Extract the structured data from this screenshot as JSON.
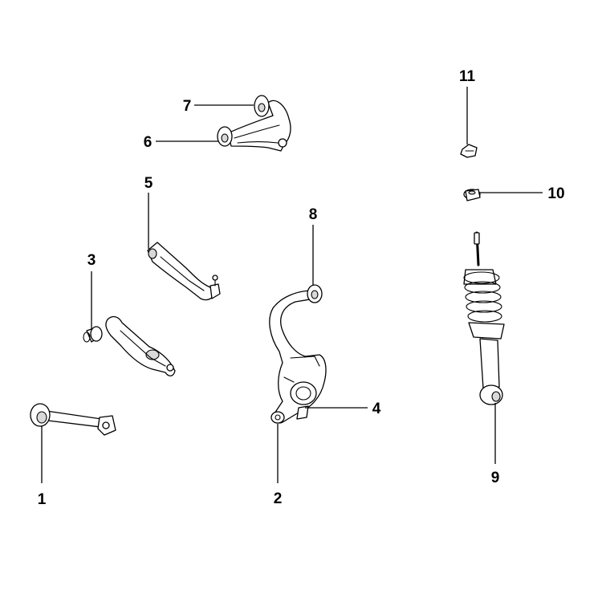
{
  "diagram": {
    "line_color": "#000000",
    "background": "#ffffff",
    "callouts": [
      {
        "id": "1",
        "label": "1"
      },
      {
        "id": "2",
        "label": "2"
      },
      {
        "id": "3",
        "label": "3"
      },
      {
        "id": "4",
        "label": "4"
      },
      {
        "id": "5",
        "label": "5"
      },
      {
        "id": "6",
        "label": "6"
      },
      {
        "id": "7",
        "label": "7"
      },
      {
        "id": "8",
        "label": "8"
      },
      {
        "id": "9",
        "label": "9"
      },
      {
        "id": "10",
        "label": "10"
      },
      {
        "id": "11",
        "label": "11"
      }
    ]
  }
}
